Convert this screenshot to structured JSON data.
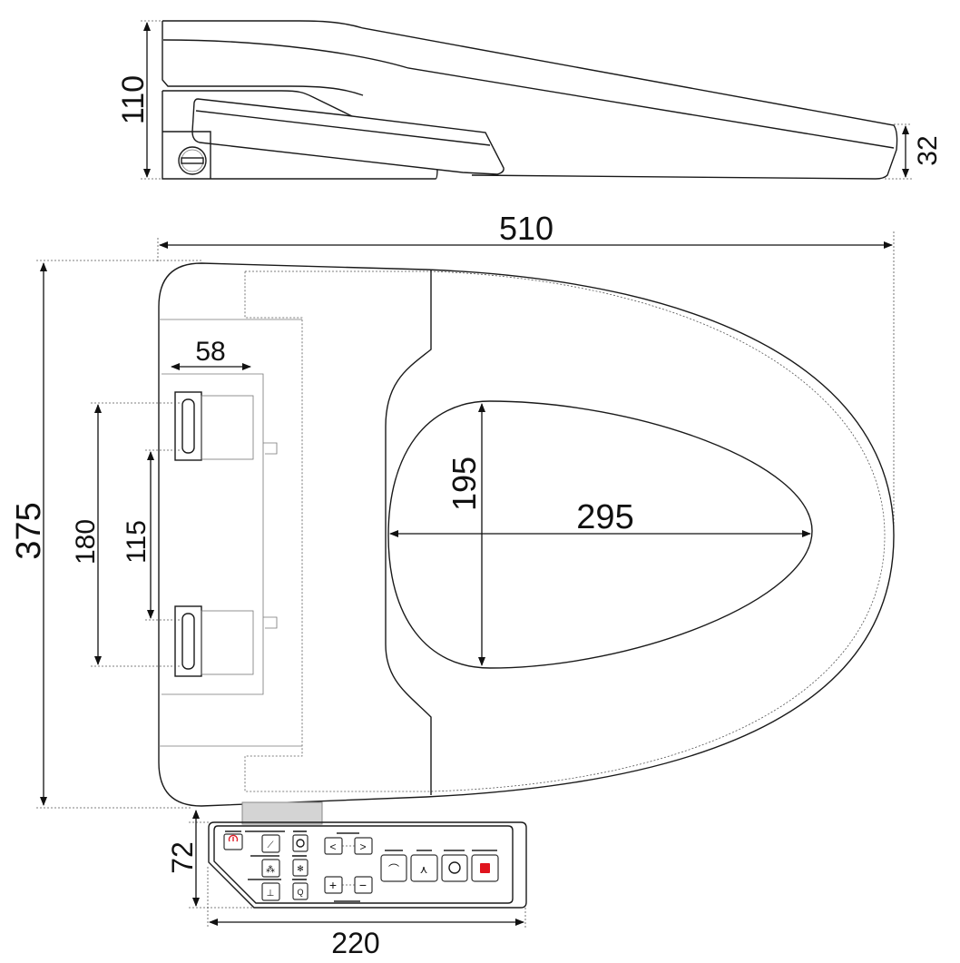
{
  "title": "Smart toilet seat dimension drawing",
  "dimensions": {
    "side_height": "110",
    "side_front_height": "32",
    "overall_length": "510",
    "overall_width": "375",
    "hinge_width": "58",
    "hinge_outer_spacing": "180",
    "hinge_inner_spacing": "115",
    "opening_width": "195",
    "opening_length": "295",
    "remote_height": "72",
    "remote_width": "220"
  },
  "colors": {
    "line": "#1a1a1a",
    "power_icon": "#e0202a",
    "stop_button": "#e0141e",
    "connector": "#d4d4d4"
  },
  "remote_icons": [
    "power-icon",
    "nozzle-clean-icon",
    "seat-temp-icon",
    "light-icon",
    "dryer-icon",
    "bidet-icon",
    "deodorize-icon",
    "left-arrow-icon",
    "right-arrow-icon",
    "plus-icon",
    "minus-icon",
    "rear-wash-icon",
    "front-wash-icon",
    "massage-icon",
    "stop-icon"
  ]
}
